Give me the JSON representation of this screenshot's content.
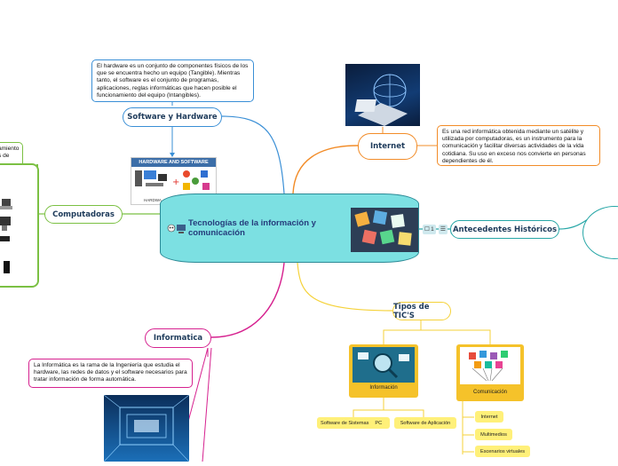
{
  "central": {
    "title": "Tecnologías de la información y comunicación",
    "icon": "skull-computer-icon"
  },
  "topics": {
    "software_hardware": "Software y Hardware",
    "computadoras": "Computadoras",
    "internet": "Internet",
    "antecedentes": "Antecedentes Históricos",
    "tipos": "Tipos de TIC'S",
    "informatica": "Informatica"
  },
  "notes": {
    "software_hardware": "El hardware es un conjunto de componentes físicos de los que se encuentra hecho un equipo (Tangible). Mientras tanto, el software es el conjunto de programas, aplicaciones, reglas informáticas que hacen posible el funcionamiento del equipo (Intangibles).",
    "internet": "Es una red informática obtenida mediante un satélite y utilizada por computadoras, es un instrumento para la comunicación y facilitar diversas actividades de la vida cotidiana. Su uso en exceso nos convierte en personas dependientes de él.",
    "informatica": "La Informática es la rama de la Ingeniería que estudia el hardware, las redes de datos y el software necesarios para tratar información de forma automática.",
    "computadoras_partial": "amiento\ns de\n\nipo."
  },
  "images": {
    "hardware_software_header": "HARDWARE AND SOFTWARE",
    "hardware_software_caption": "HARDWA"
  },
  "antecedentes_badges": {
    "comments": "1",
    "count_icon": "list-icon",
    "link_icon": "link-icon"
  },
  "tipos": {
    "informacion": {
      "label": "Información",
      "children": [
        "Software de Sistemas",
        "PC",
        "Software de Aplicación"
      ]
    },
    "comunicacion": {
      "label": "Comunicación",
      "children": [
        "Internet",
        "Multimedios",
        "Escenarios virtuales"
      ]
    }
  },
  "colors": {
    "green": "#7bc043",
    "blue": "#3a8fd6",
    "orange": "#f28c28",
    "teal": "#26a6a6",
    "yellow": "#f5d23a",
    "magenta": "#d6218f",
    "central_fill": "#7ce0e2"
  }
}
